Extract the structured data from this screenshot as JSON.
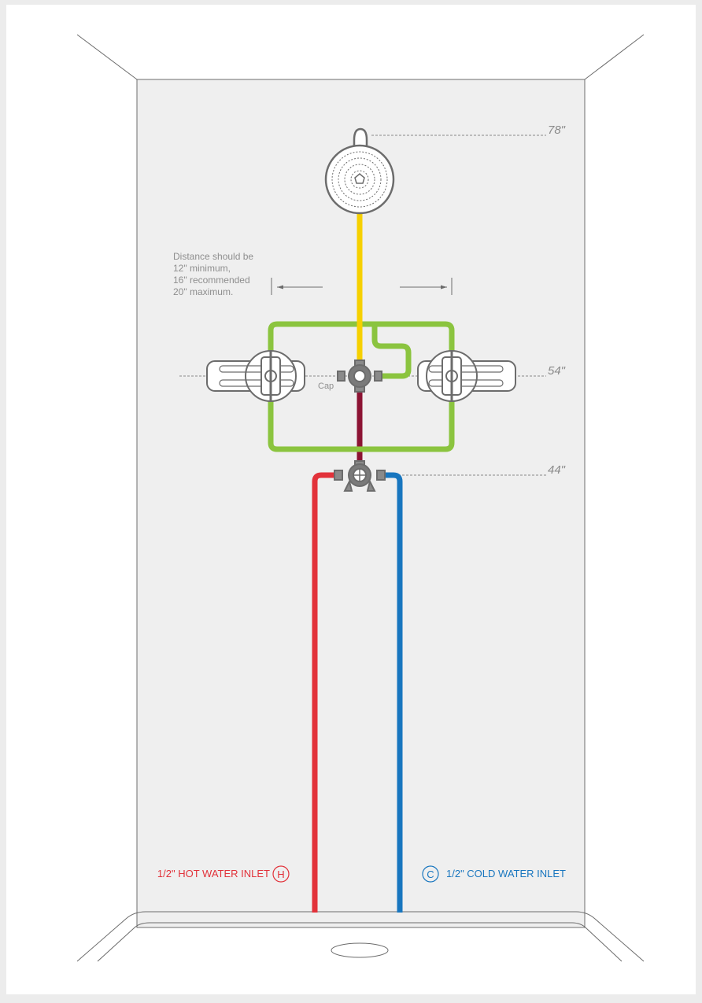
{
  "dimensions": {
    "shower_head_height": "78\"",
    "body_spray_height": "54\"",
    "valve_height": "44\""
  },
  "spacing_note": {
    "lines": [
      "Distance should be",
      "12\" minimum,",
      "16\" recommended",
      "20\" maximum."
    ]
  },
  "cap_label": "Cap",
  "hot_inlet": {
    "label": "1/2\" HOT WATER INLET",
    "symbol": "H",
    "color": "#e2323a"
  },
  "cold_inlet": {
    "label": "1/2\" COLD WATER INLET",
    "symbol": "C",
    "color": "#1876bf"
  },
  "colors": {
    "shower_supply": "#f6d000",
    "body_spray_loop": "#8bc43f",
    "mixed_supply": "#8c1333",
    "outline": "#6c6c6c"
  },
  "icons": [
    "shower-head-icon",
    "body-spray-icon",
    "diverter-icon",
    "mixing-valve-icon",
    "drain-icon"
  ]
}
